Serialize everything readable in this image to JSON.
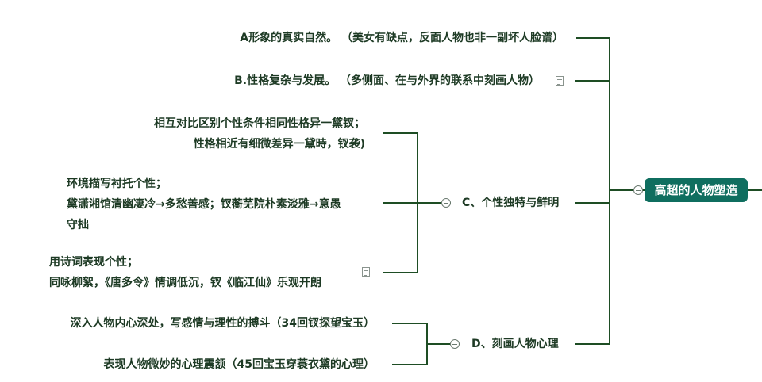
{
  "colors": {
    "line": "#1e4d24",
    "root_bg": "#0f6e5f",
    "text": "#1d3a24"
  },
  "root": {
    "label": "高超的人物塑造"
  },
  "branches": {
    "a": {
      "label": "A形象的真实自然。 （美女有缺点，反面人物也非一副坏人脸谱）"
    },
    "b": {
      "label": "B.性格复杂与发展。 （多侧面、在与外界的联系中刻画人物）",
      "note_icon": "note-icon"
    },
    "c": {
      "label": "C、个性独特与鲜明",
      "children": [
        {
          "lines": [
            "相互对比区别个性条件相同性格异一黛钗；",
            "性格相近有细微差异一黛時，钗袭)"
          ]
        },
        {
          "lines": [
            "环境描写衬托个性；",
            "黛潇湘馆清幽凄冷→多愁善感；钗蘅芜院朴素淡雅→意愚",
            "守拙"
          ]
        },
        {
          "lines": [
            "用诗词表现个性；",
            "同咏柳絮，《唐多令》情调低沉，钗《临江仙》乐观开朗"
          ],
          "note_icon": "note-icon"
        }
      ]
    },
    "d": {
      "label": "D、刻画人物心理",
      "children": [
        {
          "lines": [
            "深入人物内心深处，写感情与理性的搏斗（34回钗探望宝玉）"
          ]
        },
        {
          "lines": [
            "表现人物微妙的心理震颔（45回宝玉穿蓑衣黛的心理）"
          ]
        }
      ]
    }
  }
}
